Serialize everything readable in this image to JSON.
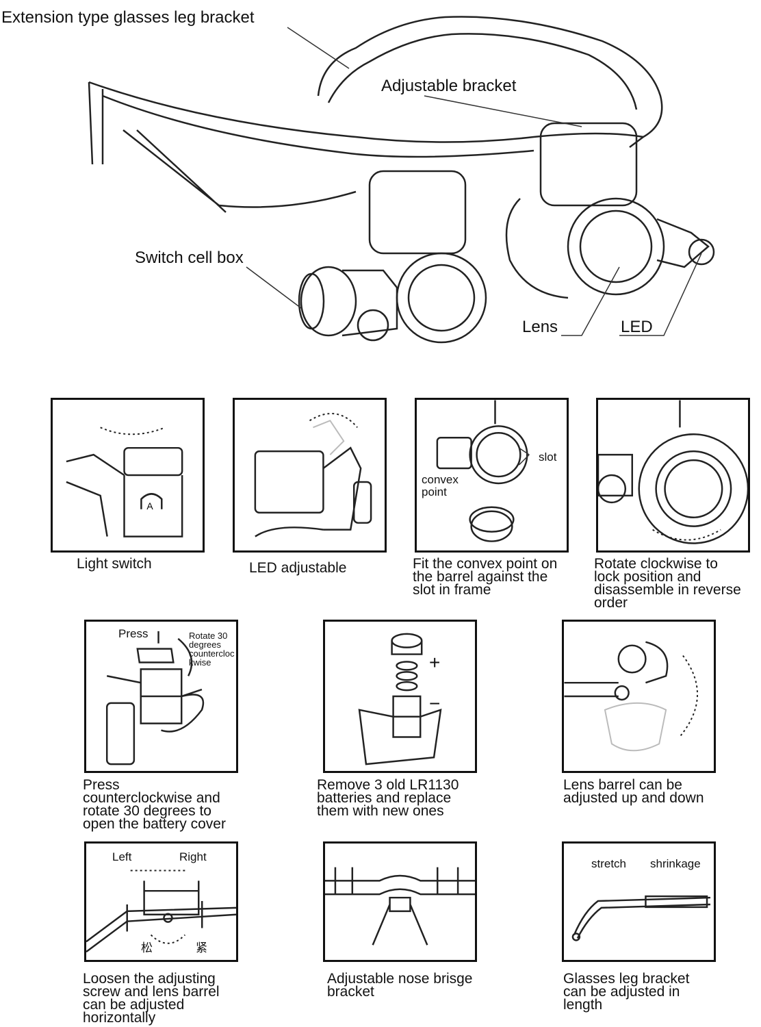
{
  "main_diagram": {
    "labels": {
      "leg_bracket": "Extension type glasses leg bracket",
      "adjustable_bracket": "Adjustable bracket",
      "switch_cell_box": "Switch cell box",
      "lens": "Lens",
      "led": "LED"
    }
  },
  "panels": [
    {
      "caption": "Light switch"
    },
    {
      "caption": "LED adjustable"
    },
    {
      "caption": "Fit the convex point on\nthe barrel against the\nslot in frame",
      "annotations": {
        "slot": "slot",
        "convex": "convex\npoint"
      }
    },
    {
      "caption": "Rotate clockwise to\nlock position and\ndisassemble in reverse\norder"
    },
    {
      "caption": "Press\ncounterclockwise and\nrotate 30 degrees to\nopen the battery cover",
      "annotations": {
        "press": "Press",
        "rotate": "Rotate 30\ndegrees\ncountercloc\nkwise"
      }
    },
    {
      "caption": "Remove 3 old LR1130\nbatteries and replace\nthem with new ones",
      "annotations": {
        "plus": "+",
        "minus": "−"
      }
    },
    {
      "caption": "Lens barrel can be\nadjusted up and down"
    },
    {
      "caption": "Loosen the adjusting\nscrew and lens barrel\ncan be adjusted\nhorizontally",
      "annotations": {
        "left": "Left",
        "right": "Right",
        "loosen": "松",
        "tighten": "紧"
      }
    },
    {
      "caption": "Adjustable nose brisge\nbracket"
    },
    {
      "caption": "Glasses leg bracket\ncan be adjusted in\nlength",
      "annotations": {
        "stretch": "stretch",
        "shrinkage": "shrinkage"
      }
    }
  ]
}
